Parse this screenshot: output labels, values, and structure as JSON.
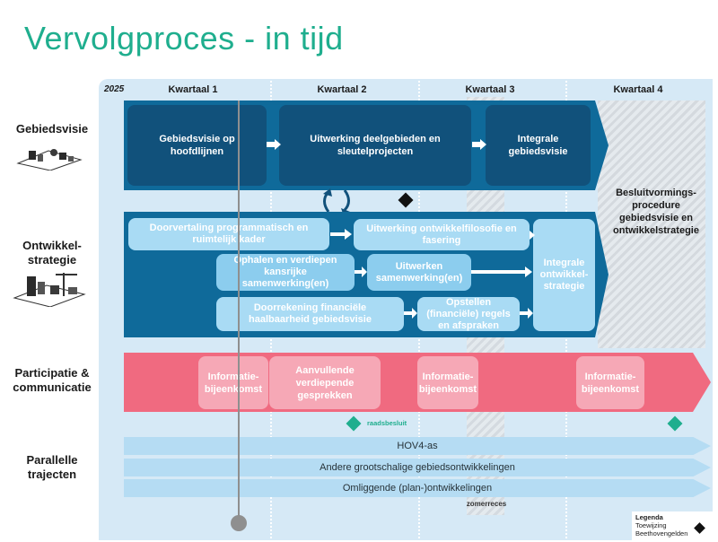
{
  "title": "Vervolgproces - in tijd",
  "header": {
    "year": "2025",
    "quarters": [
      "Kwartaal 1",
      "Kwartaal 2",
      "Kwartaal 3",
      "Kwartaal 4"
    ]
  },
  "rows": {
    "gebiedsvisie": "Gebiedsvisie",
    "ontwikkelstrategie": "Ontwikkel-\nstrategie",
    "participatie": "Participatie &\ncommunicatie",
    "parallelle": "Parallelle\ntrajecten"
  },
  "gebiedsvisie_boxes": [
    "Gebiedsvisie op hoofdlijnen",
    "Uitwerking deelgebieden en sleutelprojecten",
    "Integrale gebiedsvisie"
  ],
  "besluit_text": "Besluitvormings-\nprocedure\ngebiedsvisie en\nontwikkelstrategie",
  "ontwikkel_boxes": {
    "doorvertaling": "Doorvertaling programmatisch en ruimtelijk kader",
    "uitwerking_filosofie": "Uitwerking ontwikkelfilosofie en fasering",
    "ophalen": "Ophalen en verdiepen kansrijke samenwerking(en)",
    "uitwerken_samenwerking": "Uitwerken samenwerking(en)",
    "doorrekening": "Doorrekening financiële haalbaarheid gebiedsvisie",
    "opstellen": "Opstellen (financiële) regels en afspraken",
    "integrale": "Integrale ontwikkel-strategie"
  },
  "participatie_boxes": [
    "Informatie-bijeenkomst",
    "Aanvullende verdiepende gesprekken",
    "Informatie-bijeenkomst",
    "Informatie-bijeenkomst"
  ],
  "raadsbesluit": "raadsbesluit",
  "parallel_tracks": [
    "HOV4-as",
    "Andere grootschalige gebiedsontwikkelingen",
    "Omliggende (plan-)ontwikkelingen"
  ],
  "zomerreces": "zomerreces",
  "legend": {
    "title": "Legenda",
    "item_line1": "Toewijzing",
    "item_line2": "Beethovengelden"
  },
  "colors": {
    "title": "#1fae8e",
    "dark_band": "#0f6a9a",
    "dark_box": "#11517b",
    "light_box": "#a9dbf4",
    "pink_band": "#f06a80",
    "pink_box": "#f6a8b6",
    "milestone_green": "#1fae8e",
    "diamond_black": "#111111"
  }
}
